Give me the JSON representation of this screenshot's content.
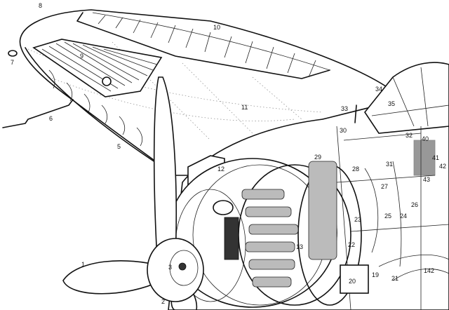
{
  "labels": {
    "n1": "1",
    "n2": "2",
    "n3": "3",
    "n5": "5",
    "n6": "6",
    "n7": "7",
    "n8": "8",
    "n9": "9",
    "n10": "10",
    "n11": "11",
    "n12": "12",
    "n13": "13",
    "n19": "19",
    "n20": "20",
    "n21": "21",
    "n22": "22",
    "n23": "23",
    "n24": "24",
    "n25": "25",
    "n26": "26",
    "n27": "27",
    "n28": "28",
    "n29": "29",
    "n30": "30",
    "n31": "31",
    "n32": "32",
    "n33": "33",
    "n34": "34",
    "n35": "35",
    "n40": "40",
    "n41": "41",
    "n42": "42",
    "n43": "43",
    "n142": "142"
  }
}
